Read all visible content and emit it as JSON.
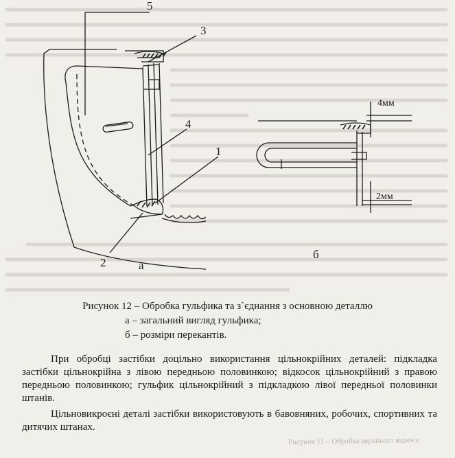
{
  "figure": {
    "callouts": [
      "5",
      "3",
      "4",
      "1",
      "2"
    ],
    "view_a_label": "а",
    "view_b_label": "б",
    "dim_top": "4мм",
    "dim_bottom": "2мм"
  },
  "caption": {
    "title": "Рисунок 12 – Обробка гульфика та з`єднання з основною деталлю",
    "item_a": "а – загальний вигляд гульфика;",
    "item_b": "б – розміри перекантів."
  },
  "text": {
    "paragraph_1": "При обробці застібки доцільно використання цільнокрійних деталей: підкладка застібки цільнокрійна з лівою передньою половинкою; відкосок цільнокрійний з правою передньою половинкою; гульфик цільнокрійний з підкладкою лівої передньої половинки штанів.",
    "paragraph_2": "Цільновикроєні деталі застібки використовують в бавовняних, робочих, спортивних та дитячих штанах.",
    "bleed_through": "Рисунок 11 – Обробка верхнього відкоса"
  }
}
